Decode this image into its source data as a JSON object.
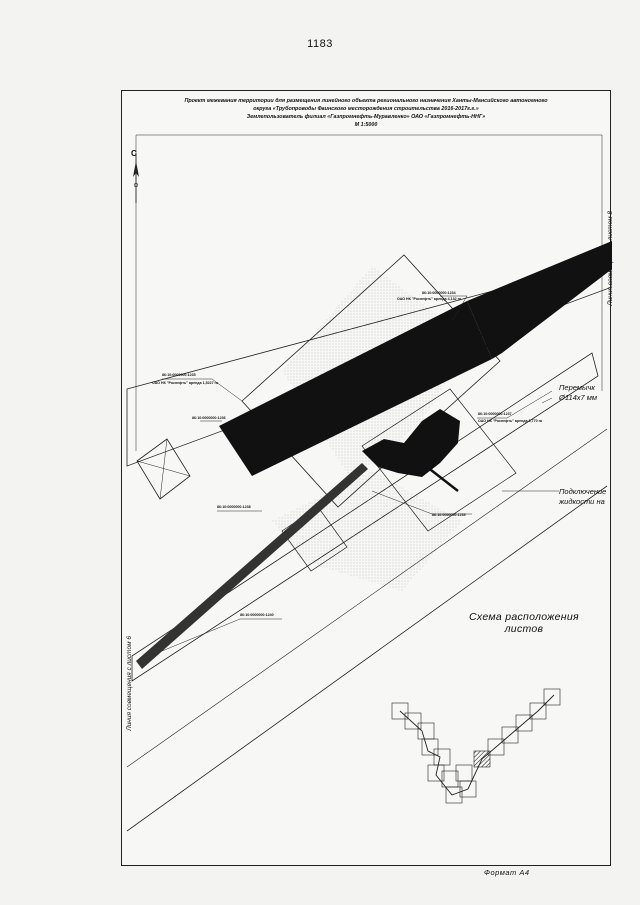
{
  "page": {
    "number": "1183"
  },
  "header": {
    "line1": "Проект межевания территории для размещения линейного объекта регионального назначения Ханты-Мансийского автономного",
    "line2": "округа «Трубопроводы Фаинского месторождения строительства 2016-2017г.г.»",
    "line3": "Землепользователь филиал «Газпромнефть-Муравленко» ОАО «Газпромнефть-ННГ»",
    "scale": "М 1:5000"
  },
  "map": {
    "north_mark": "С",
    "edge_right": "Линия совмещения с листом 8",
    "edge_left": "Линия совмещения с листом 6",
    "pipe_label_1_line1": "Перемычк",
    "pipe_label_1_line2": "Ø114х7 мм",
    "pipe_label_2_line1": "Подключение",
    "pipe_label_2_line2": "жидкости на",
    "sheet_layout_line1": "Схема расположения",
    "sheet_layout_line2": "листов",
    "callout_1": "86:10:0000000:1234",
    "callout_1b": "ОАО НК \"Роснефть\" аренда 4,132 га",
    "callout_2": "86:10:0000000:1235",
    "callout_2b": "ОАО НК \"Роснефть\" аренда 1,5227 га",
    "callout_3": "86:10:0000000:1236",
    "callout_4": "86:10:0000000:1237",
    "callout_4b": "ОАО НК \"Роснефть\" аренда 0,770 га",
    "callout_5": "86:10:0000000:1238",
    "callout_6": "86:10:0000000:1239",
    "callout_7": "86:10:0000000:1240"
  },
  "footer": {
    "format": "Формат А4"
  }
}
